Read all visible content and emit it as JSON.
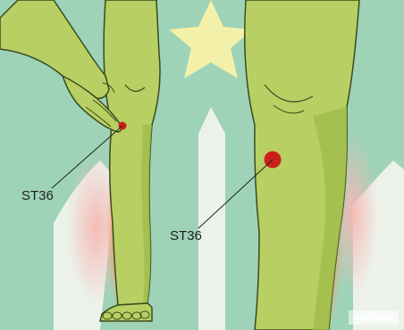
{
  "illustration": {
    "points": {
      "left_label": "ST36",
      "right_label": "ST36"
    },
    "watermark": {
      "part_a": "wiki",
      "part_b": "How"
    },
    "colors": {
      "background": "#9ed3b8",
      "skin": "#b8cf63",
      "skin_shadow": "#9fbd4a",
      "outline": "#3b4a1e",
      "point": "#cc1f1a",
      "pain_glow": "#f59a6b",
      "pain_pink": "#f3b3b0",
      "star": "#f8f2a8"
    }
  }
}
